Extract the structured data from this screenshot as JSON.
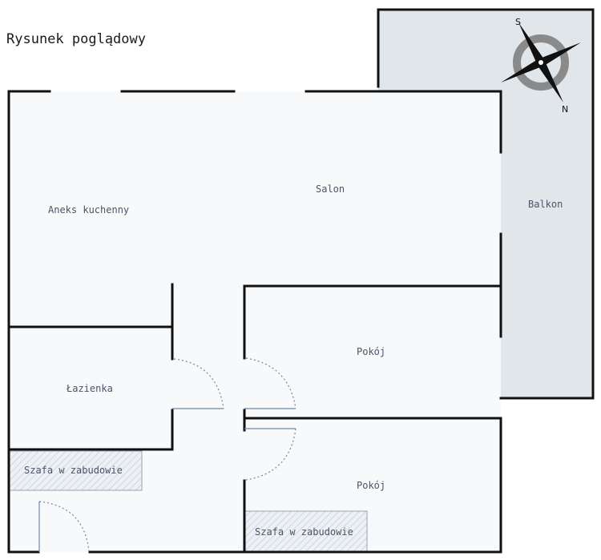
{
  "title": "Rysunek poglądowy",
  "rooms": {
    "kitchen": "Aneks kuchenny",
    "living": "Salon",
    "balcony": "Balkon",
    "bathroom": "Łazienka",
    "room1": "Pokój",
    "room2": "Pokój",
    "wardrobe1": "Szafa w zabudowie",
    "wardrobe2": "Szafa w zabudowie"
  },
  "compass": {
    "north": "N",
    "south": "S"
  },
  "colors": {
    "balcony_fill": "#e1e6eb",
    "floor_fill": "#f8f9fa",
    "wall": "#111111",
    "door": "#6f86a3",
    "compass_ring": "#8a8a8a"
  }
}
